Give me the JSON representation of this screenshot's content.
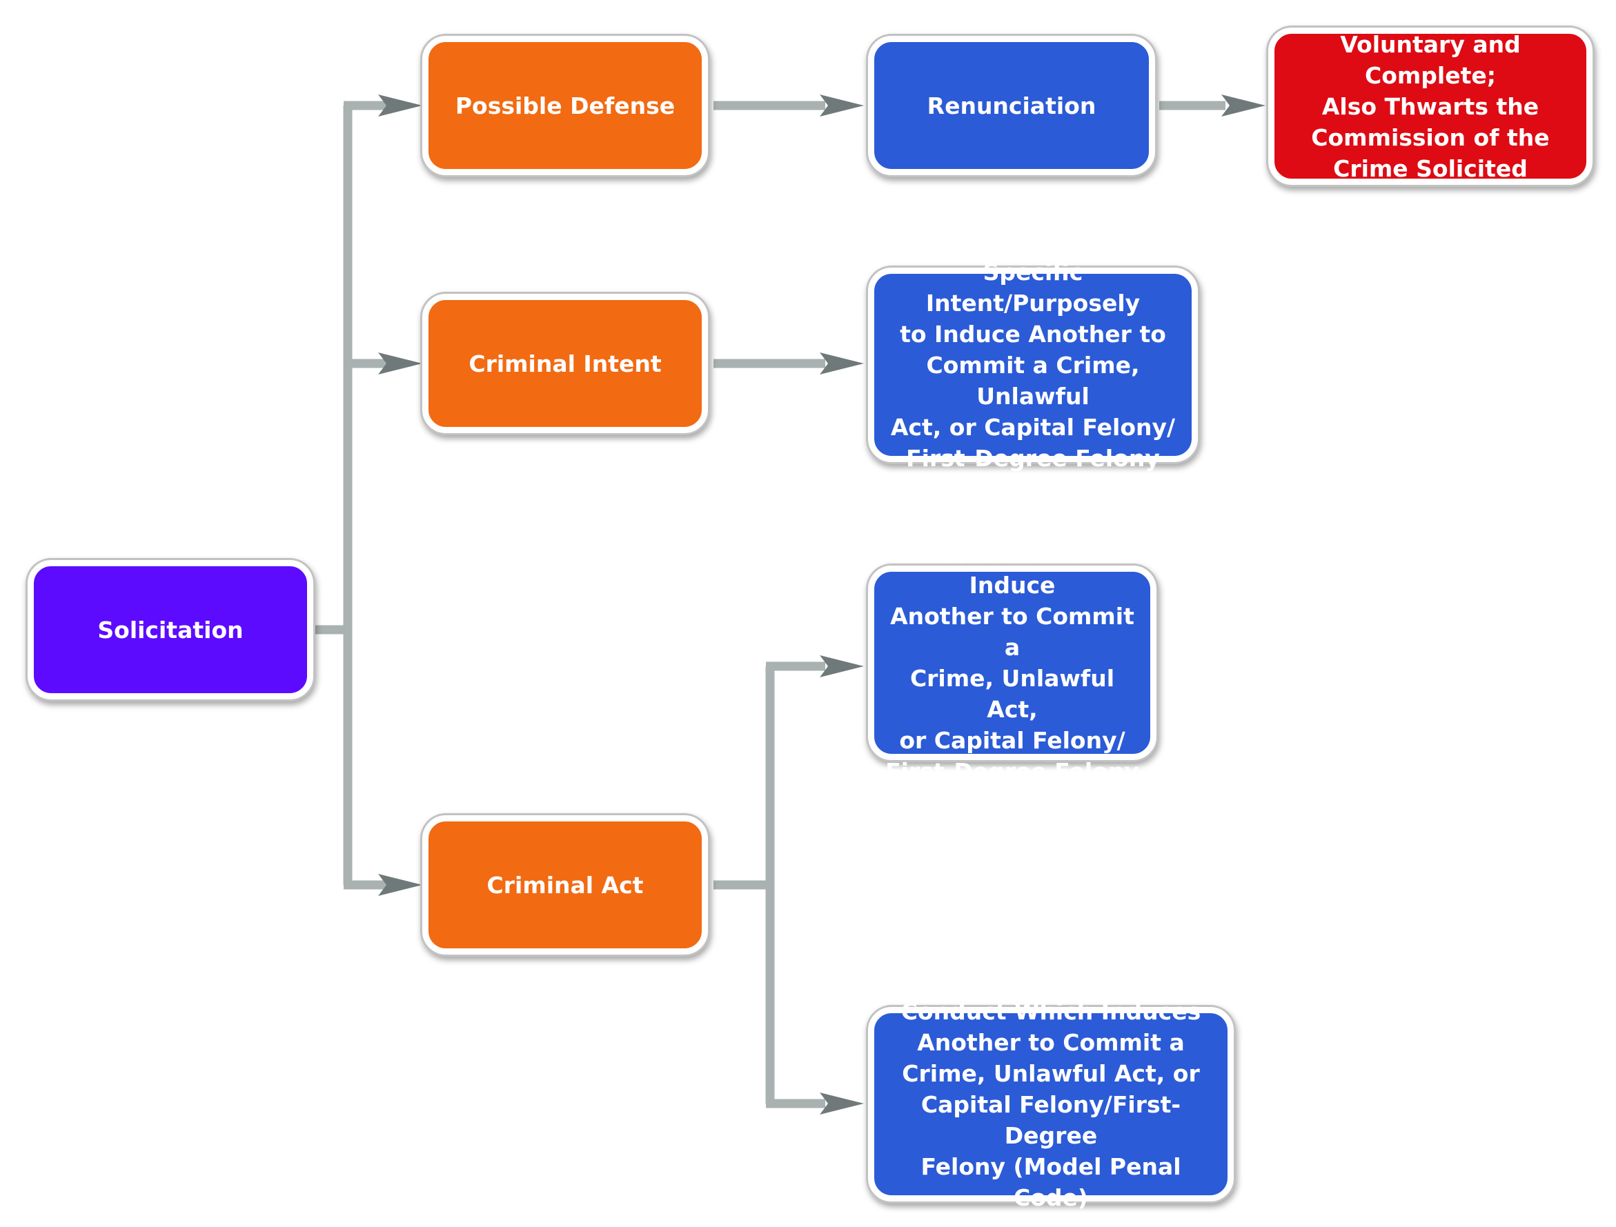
{
  "colors": {
    "purple": "#5c0bff",
    "orange": "#f26a12",
    "blue": "#2b5bd6",
    "red": "#de0b14",
    "connector": "#a9b1b1",
    "arrowhead": "#6f7979"
  },
  "nodes": {
    "solicitation": "Solicitation",
    "possible_defense": "Possible Defense",
    "criminal_intent": "Criminal Intent",
    "criminal_act": "Criminal Act",
    "renunciation": "Renunciation",
    "voluntary": "Voluntary and Complete;\nAlso Thwarts the\nCommission of the\nCrime Solicited",
    "specific_intent": "Specific Intent/Purposely\nto Induce Another to\nCommit a Crime, Unlawful\nAct, or Capital Felony/\nFirst-Degree Felony",
    "words": "Words Which Induce\nAnother to Commit a\nCrime, Unlawful Act,\nor Capital Felony/\nFirst-Degree Felony",
    "conduct": "Conduct Which Induces\nAnother to Commit a\nCrime, Unlawful Act, or\nCapital Felony/First-Degree\nFelony (Model Penal Code)"
  }
}
